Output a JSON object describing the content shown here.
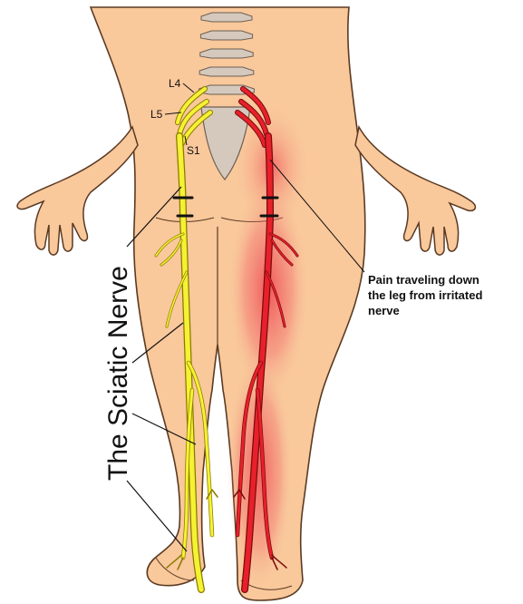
{
  "title": "The Sciatic Nerve",
  "nerve_roots": [
    {
      "label": "L4"
    },
    {
      "label": "L5"
    },
    {
      "label": "S1"
    }
  ],
  "annotation": {
    "lines": [
      "Pain traveling down",
      "the leg from irritated",
      "nerve"
    ]
  },
  "colors": {
    "skin": "#f9c89b",
    "skin_outline": "#5a3a22",
    "spine": "#d5c9bd",
    "nerve_healthy": "#f5f233",
    "nerve_irritated": "#e8202a",
    "inflammation": "#ee3344"
  }
}
